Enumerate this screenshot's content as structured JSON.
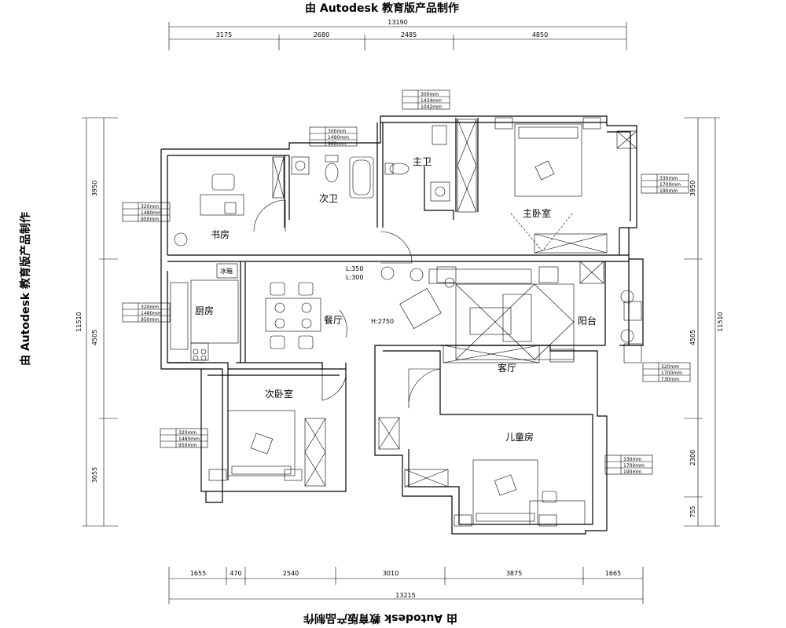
{
  "watermark": "由 Autodesk 教育版产品制作",
  "dims_top": {
    "total": "13190",
    "segments": [
      "3175",
      "2680",
      "2485",
      "4850"
    ]
  },
  "dims_bottom": {
    "total": "13215",
    "segments": [
      "1655",
      "470",
      "2540",
      "3010",
      "3875",
      "1665"
    ]
  },
  "dims_left": {
    "total": "11510",
    "segments": [
      "3950",
      "4505",
      "3055"
    ]
  },
  "dims_right": {
    "total": "11510",
    "segments": [
      "3950",
      "4505",
      "2300",
      "755"
    ]
  },
  "rooms": {
    "study": "书房",
    "bath2": "次卫",
    "master_bath": "主卫",
    "master_bedroom": "主卧室",
    "kitchen": "厨房",
    "dining": "餐厅",
    "living": "客厅",
    "balcony": "阳台",
    "second_bedroom": "次卧室",
    "kids_room": "儿童房"
  },
  "annotations": {
    "ceiling_height": "H:2750",
    "l1": "L:350",
    "l2": "L:300",
    "fridge": "冰箱"
  },
  "window_tags": {
    "t_bath2": [
      "300mm",
      "1490mm",
      "960mm"
    ],
    "t_master_bath": [
      "300mm",
      "1434mm",
      "1042mm"
    ],
    "t_master": [
      "330mm",
      "1700mm",
      "190mm"
    ],
    "t_study": [
      "320mm",
      "1480mm",
      "950mm"
    ],
    "t_kitchen": [
      "320mm",
      "1480mm",
      "950mm"
    ],
    "t_balcony": [
      "320mm",
      "1700mm",
      "730mm"
    ],
    "t_second": [
      "320mm",
      "1480mm",
      "950mm"
    ],
    "t_kids": [
      "330mm",
      "1700mm",
      "190mm"
    ]
  }
}
